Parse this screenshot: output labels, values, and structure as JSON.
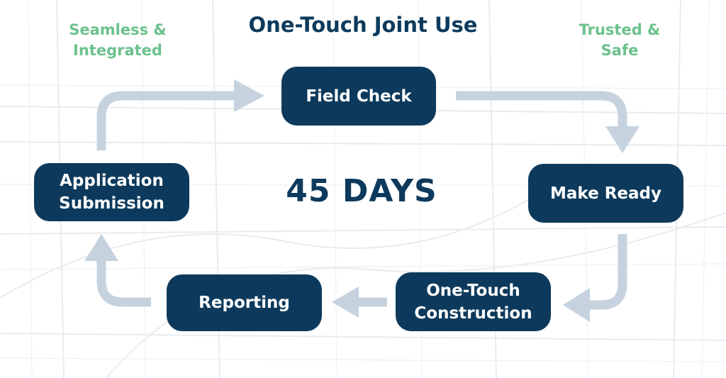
{
  "title": "One-Touch Joint Use",
  "taglines": {
    "left": "Seamless &\nIntegrated",
    "right": "Trusted &\nSafe"
  },
  "center_label": "45 DAYS",
  "steps": [
    {
      "id": "field_check",
      "label": "Field Check"
    },
    {
      "id": "make_ready",
      "label": "Make Ready"
    },
    {
      "id": "one_touch_construction",
      "label": "One-Touch\nConstruction"
    },
    {
      "id": "reporting",
      "label": "Reporting"
    },
    {
      "id": "application_submission",
      "label": "Application\nSubmission"
    }
  ],
  "cycle_order": [
    "Application Submission",
    "Field Check",
    "Make Ready",
    "One-Touch Construction",
    "Reporting"
  ],
  "colors": {
    "box": "#0d3a5c",
    "title": "#0d3a5c",
    "tagline": "#6cc18d",
    "arrow": "#c6d3df",
    "map_lines": "#e8ecef"
  }
}
